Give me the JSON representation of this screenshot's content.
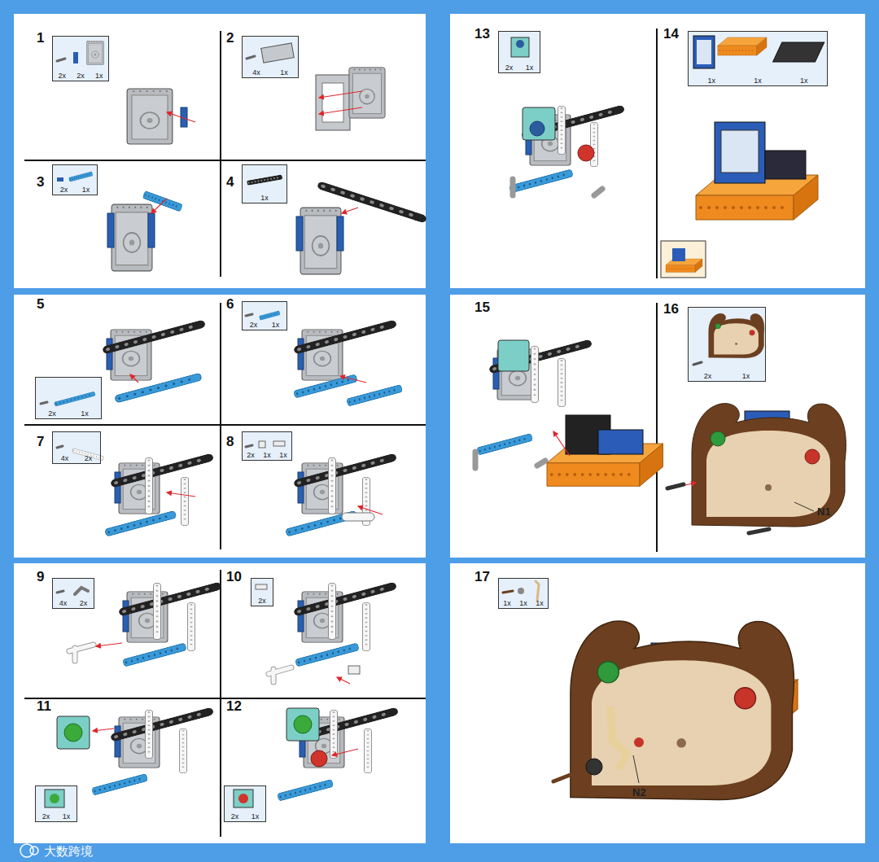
{
  "diagram": {
    "nodes": [
      {
        "text": [
          "2x",
          "2x",
          "1x"
        ]
      },
      {
        "text": [
          "4x",
          "1x"
        ]
      },
      {
        "text": [
          "2x",
          "1x"
        ]
      },
      {
        "text": [
          "1x"
        ]
      },
      {
        "text": [
          "2x",
          "1x"
        ]
      },
      {
        "text": [
          "2x",
          "1x"
        ]
      },
      {
        "text": [
          "4x",
          "2x"
        ]
      },
      {
        "text": [
          "2x",
          "1x",
          "1x"
        ]
      },
      {
        "text": [
          "4x",
          "2x"
        ]
      },
      {
        "text": [
          "2x"
        ]
      },
      {
        "text": [
          "2x",
          "1x"
        ]
      },
      {
        "text": [
          "2x",
          "1x"
        ]
      },
      {
        "text": [
          "2x",
          "1x"
        ]
      },
      {
        "text": [
          "1x",
          "1x",
          "1x"
        ]
      },
      {
        "text": [
          "2x",
          "1x"
        ]
      },
      {
        "text": [
          "1x",
          "1x",
          "1x"
        ]
      }
    ],
    "labels": [
      "1",
      "2",
      "3",
      "4",
      "5",
      "6",
      "7",
      "8",
      "9",
      "10",
      "11",
      "12",
      "13",
      "14",
      "15",
      "16",
      "17",
      "N1",
      "N2",
      "大数跨境"
    ]
  }
}
